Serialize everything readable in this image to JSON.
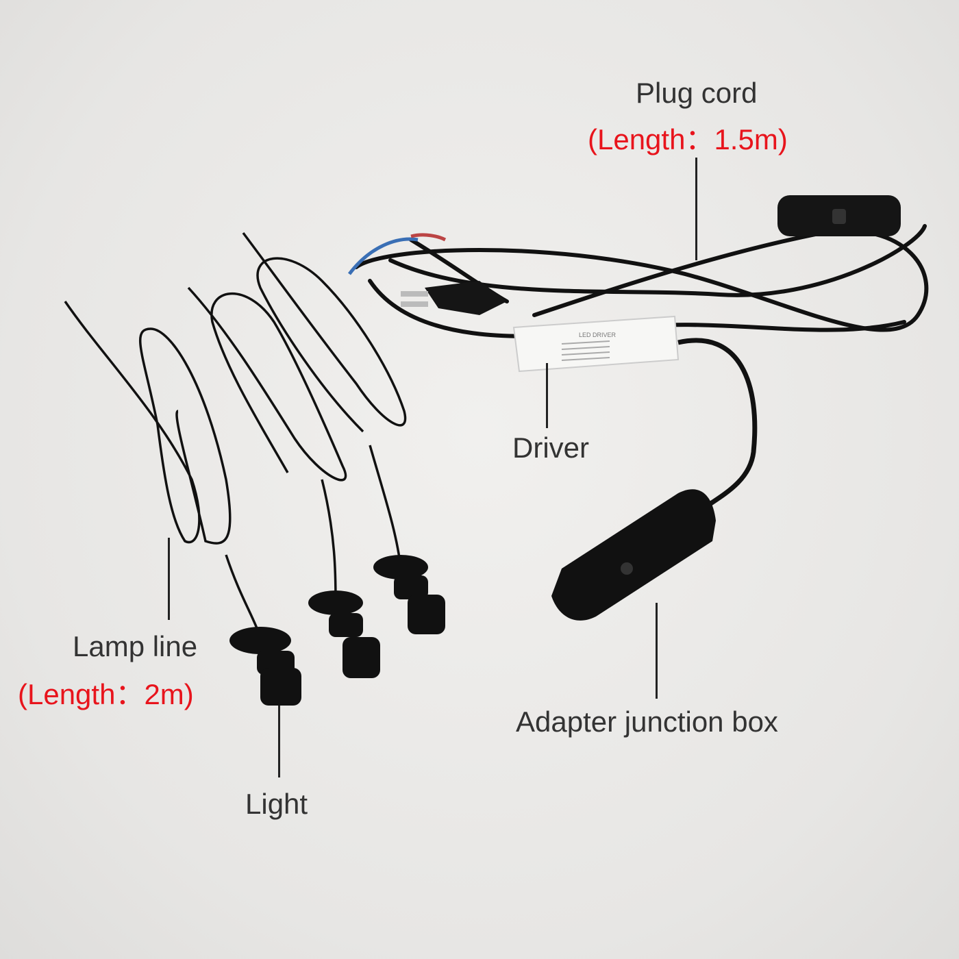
{
  "labels": {
    "plug_cord": "Plug cord",
    "plug_cord_length": "(Length：1.5m)",
    "driver": "Driver",
    "lamp_line": "Lamp line",
    "lamp_line_length": "(Length：2m)",
    "light": "Light",
    "junction_box": "Adapter junction box"
  },
  "driver_label": "LED DRIVER",
  "colors": {
    "text": "#333333",
    "accent": "#e8141c",
    "background": "#e9e8e6",
    "cable": "#111111"
  }
}
